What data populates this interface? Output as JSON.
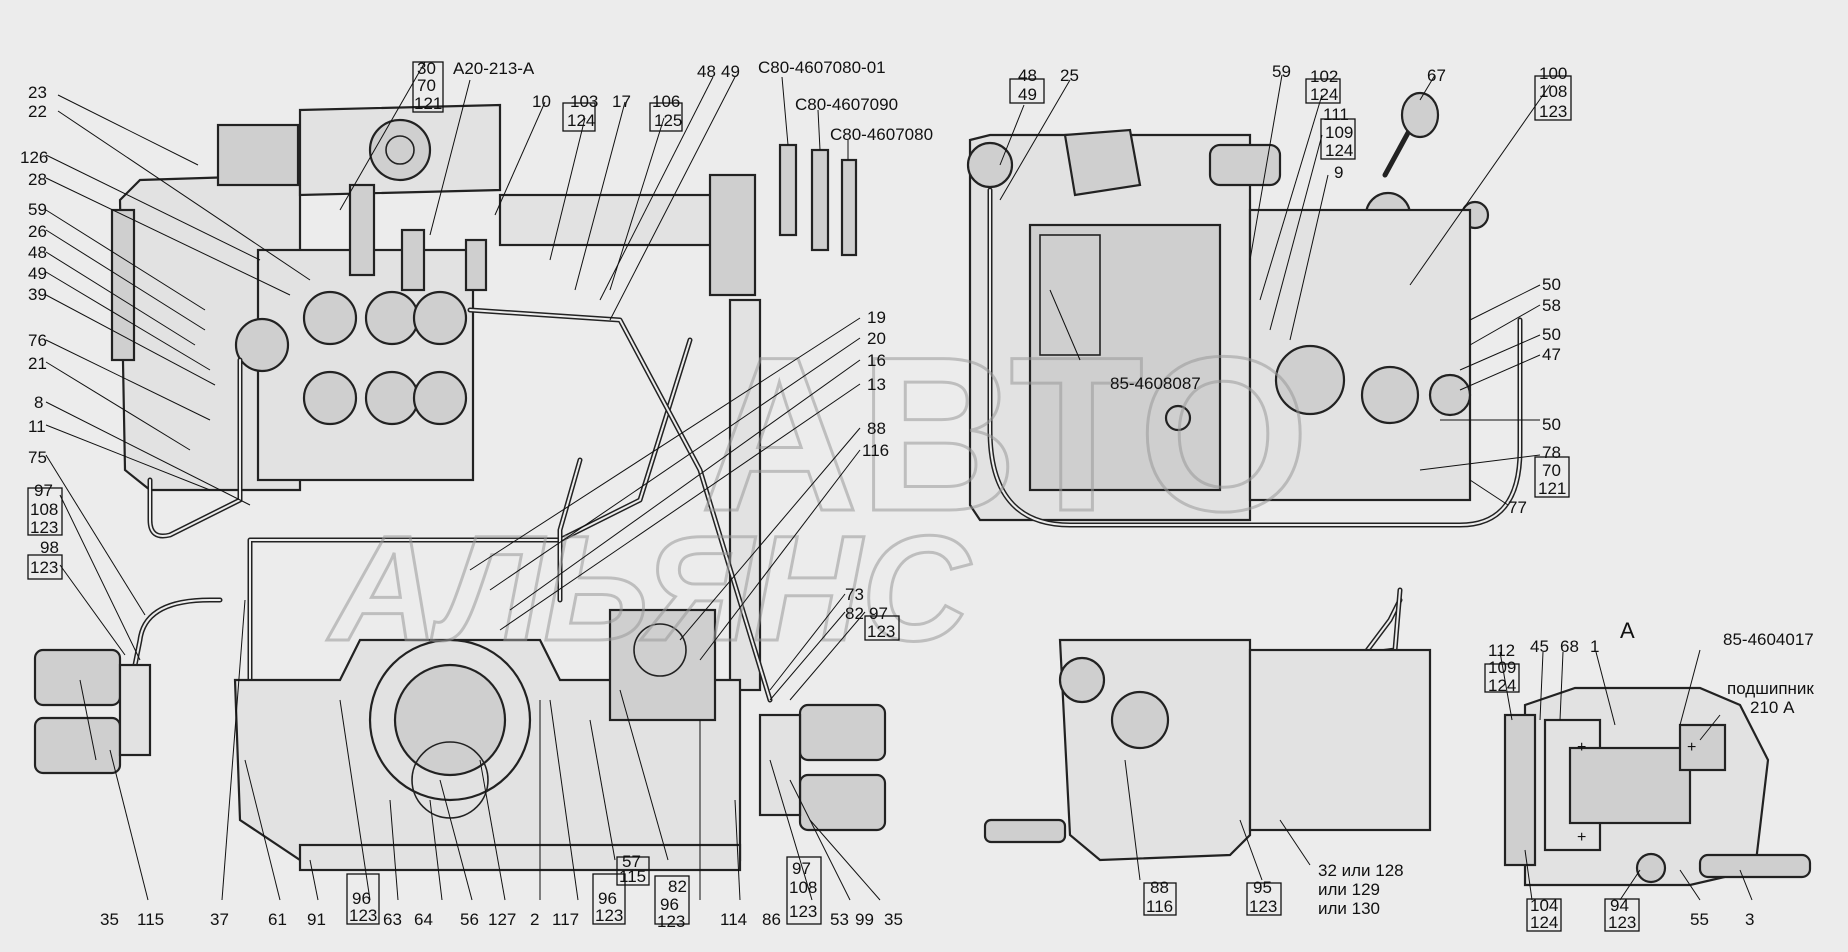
{
  "labels": {
    "l23": "23",
    "l22": "22",
    "l126": "126",
    "l28": "28",
    "l59a": "59",
    "l26": "26",
    "l48a": "48",
    "l49a": "49",
    "l39": "39",
    "l76": "76",
    "l21": "21",
    "l8": "8",
    "l11": "11",
    "l75": "75",
    "l97a": "97",
    "l108a": "108",
    "l123a": "123",
    "l98": "98",
    "l123b": "123",
    "l30": "30",
    "l70a": "70",
    "l121a": "121",
    "lA20": "А20-213-А",
    "l10": "10",
    "l103": "103",
    "l124a": "124",
    "l17": "17",
    "l106": "106",
    "l125": "125",
    "l48b": "48",
    "l49b": "49",
    "lC80a": "С80-4607080-01",
    "lC80b": "С80-4607090",
    "lC80c": "С80-4607080",
    "l19": "19",
    "l20": "20",
    "l16": "16",
    "l13": "13",
    "l88a": "88",
    "l116a": "116",
    "l73": "73",
    "l82a": "82",
    "l97b": "97",
    "l123c": "123",
    "l35a": "35",
    "l115a": "115",
    "l37": "37",
    "l61": "61",
    "l91": "91",
    "l96a": "96",
    "l123d": "123",
    "l63": "63",
    "l64": "64",
    "l56": "56",
    "l127": "127",
    "l2": "2",
    "l117": "117",
    "l96b": "96",
    "l123e": "123",
    "l57": "57",
    "l115b": "115",
    "l96c": "96",
    "l123f": "123",
    "l82b": "82",
    "l114": "114",
    "l86": "86",
    "l97c": "97",
    "l108c": "108",
    "l123g": "123",
    "l53": "53",
    "l99": "99",
    "l35b": "35",
    "l48c": "48",
    "l49c": "49",
    "l25": "25",
    "l59b": "59",
    "l102": "102",
    "l124b": "124",
    "l111": "111",
    "l109a": "109",
    "l124c": "124",
    "l67": "67",
    "l100": "100",
    "l108b": "108",
    "l123h": "123",
    "l9": "9",
    "l50a": "50",
    "l58": "58",
    "l50b": "50",
    "l47": "47",
    "l50c": "50",
    "l85a": "85-4608087",
    "l78": "78",
    "l70b": "70",
    "l121b": "121",
    "l77": "77",
    "l112": "112",
    "l109b": "109",
    "l124d": "124",
    "l45": "45",
    "l68": "68",
    "lA": "А",
    "l1": "1",
    "l85b": "85-4604017",
    "lbear1": "подшипник",
    "lbear2": "210 А",
    "l88b": "88",
    "l116b": "116",
    "l95": "95",
    "l123i": "123",
    "l32a": "32 или 128",
    "l32b": "или 129",
    "l32c": "или 130",
    "l104": "104",
    "l124e": "124",
    "l94": "94",
    "l123j": "123",
    "l55": "55",
    "l3": "3"
  },
  "watermark": {
    "line1": "АВТО",
    "line2": "АЛЬЯНС"
  }
}
